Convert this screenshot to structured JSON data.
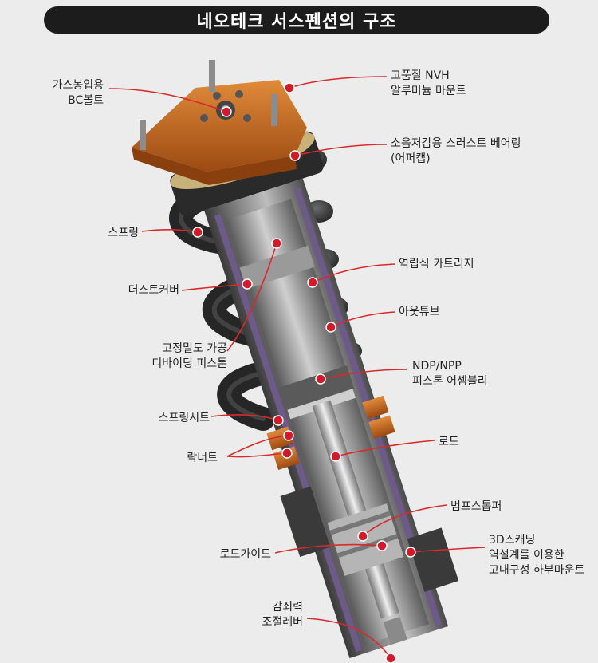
{
  "title": "네오테크 서스펜션의 구조",
  "colors": {
    "accent_red": "#d31a2a",
    "leader_red": "#d92a2a",
    "mount_orange": "#c8651c",
    "title_bg": "#1c1c1c",
    "background": "#ececec"
  },
  "callouts": {
    "gas_bolt": [
      "가스봉입용",
      "BC볼트"
    ],
    "nvh_mount": [
      "고품질 NVH",
      "알루미늄 마운트"
    ],
    "thrust_bearing": [
      "소음저감용 스러스트 베어링",
      "(어퍼캡)"
    ],
    "spring": [
      "스프링"
    ],
    "cartridge": [
      "역립식 카트리지"
    ],
    "dust_cover": [
      "더스트커버"
    ],
    "out_tube": [
      "아웃튜브"
    ],
    "piston": [
      "고정밀도 가공",
      "디바이딩 피스톤"
    ],
    "ndp_npp": [
      "NDP/NPP",
      "피스톤 어셈블리"
    ],
    "spring_seat": [
      "스프링시트"
    ],
    "rod": [
      "로드"
    ],
    "lock_nut": [
      "락너트"
    ],
    "bump_stopper": [
      "범프스톱퍼"
    ],
    "scanning": [
      "3D스캐닝",
      "역설계를 이용한",
      "고내구성 하부마운트"
    ],
    "rod_guide": [
      "로드가이드"
    ],
    "damping_lever": [
      "감쇠력",
      "조절레버"
    ]
  }
}
